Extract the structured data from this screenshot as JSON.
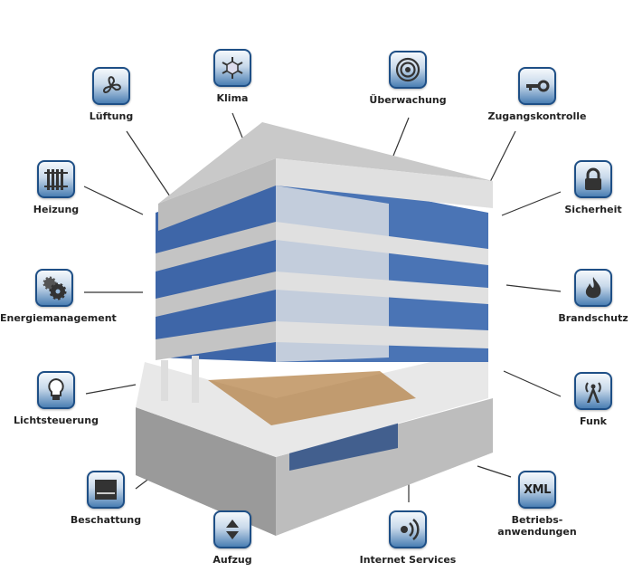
{
  "nodes": {
    "lueftung": {
      "label": "Lüftung",
      "icon": "fan-icon"
    },
    "klima": {
      "label": "Klima",
      "icon": "snowflake-icon"
    },
    "ueberwachung": {
      "label": "Überwachung",
      "icon": "camera-target-icon"
    },
    "zugangskontrolle": {
      "label": "Zugangskontrolle",
      "icon": "key-icon"
    },
    "heizung": {
      "label": "Heizung",
      "icon": "radiator-icon"
    },
    "sicherheit": {
      "label": "Sicherheit",
      "icon": "padlock-icon"
    },
    "energiemanagement": {
      "label": "Energiemanagement",
      "icon": "gears-icon"
    },
    "brandschutz": {
      "label": "Brandschutz",
      "icon": "flame-icon"
    },
    "lichtsteuerung": {
      "label": "Lichtsteuerung",
      "icon": "lightbulb-icon"
    },
    "funk": {
      "label": "Funk",
      "icon": "antenna-icon"
    },
    "beschattung": {
      "label": "Beschattung",
      "icon": "blind-icon"
    },
    "aufzug": {
      "label": "Aufzug",
      "icon": "elevator-icon"
    },
    "internet": {
      "label": "Internet Services",
      "icon": "broadcast-icon"
    },
    "betrieb": {
      "label": "Betriebs-",
      "label2": "anwendungen",
      "icon": "xml-icon",
      "icon_text": "XML"
    }
  }
}
